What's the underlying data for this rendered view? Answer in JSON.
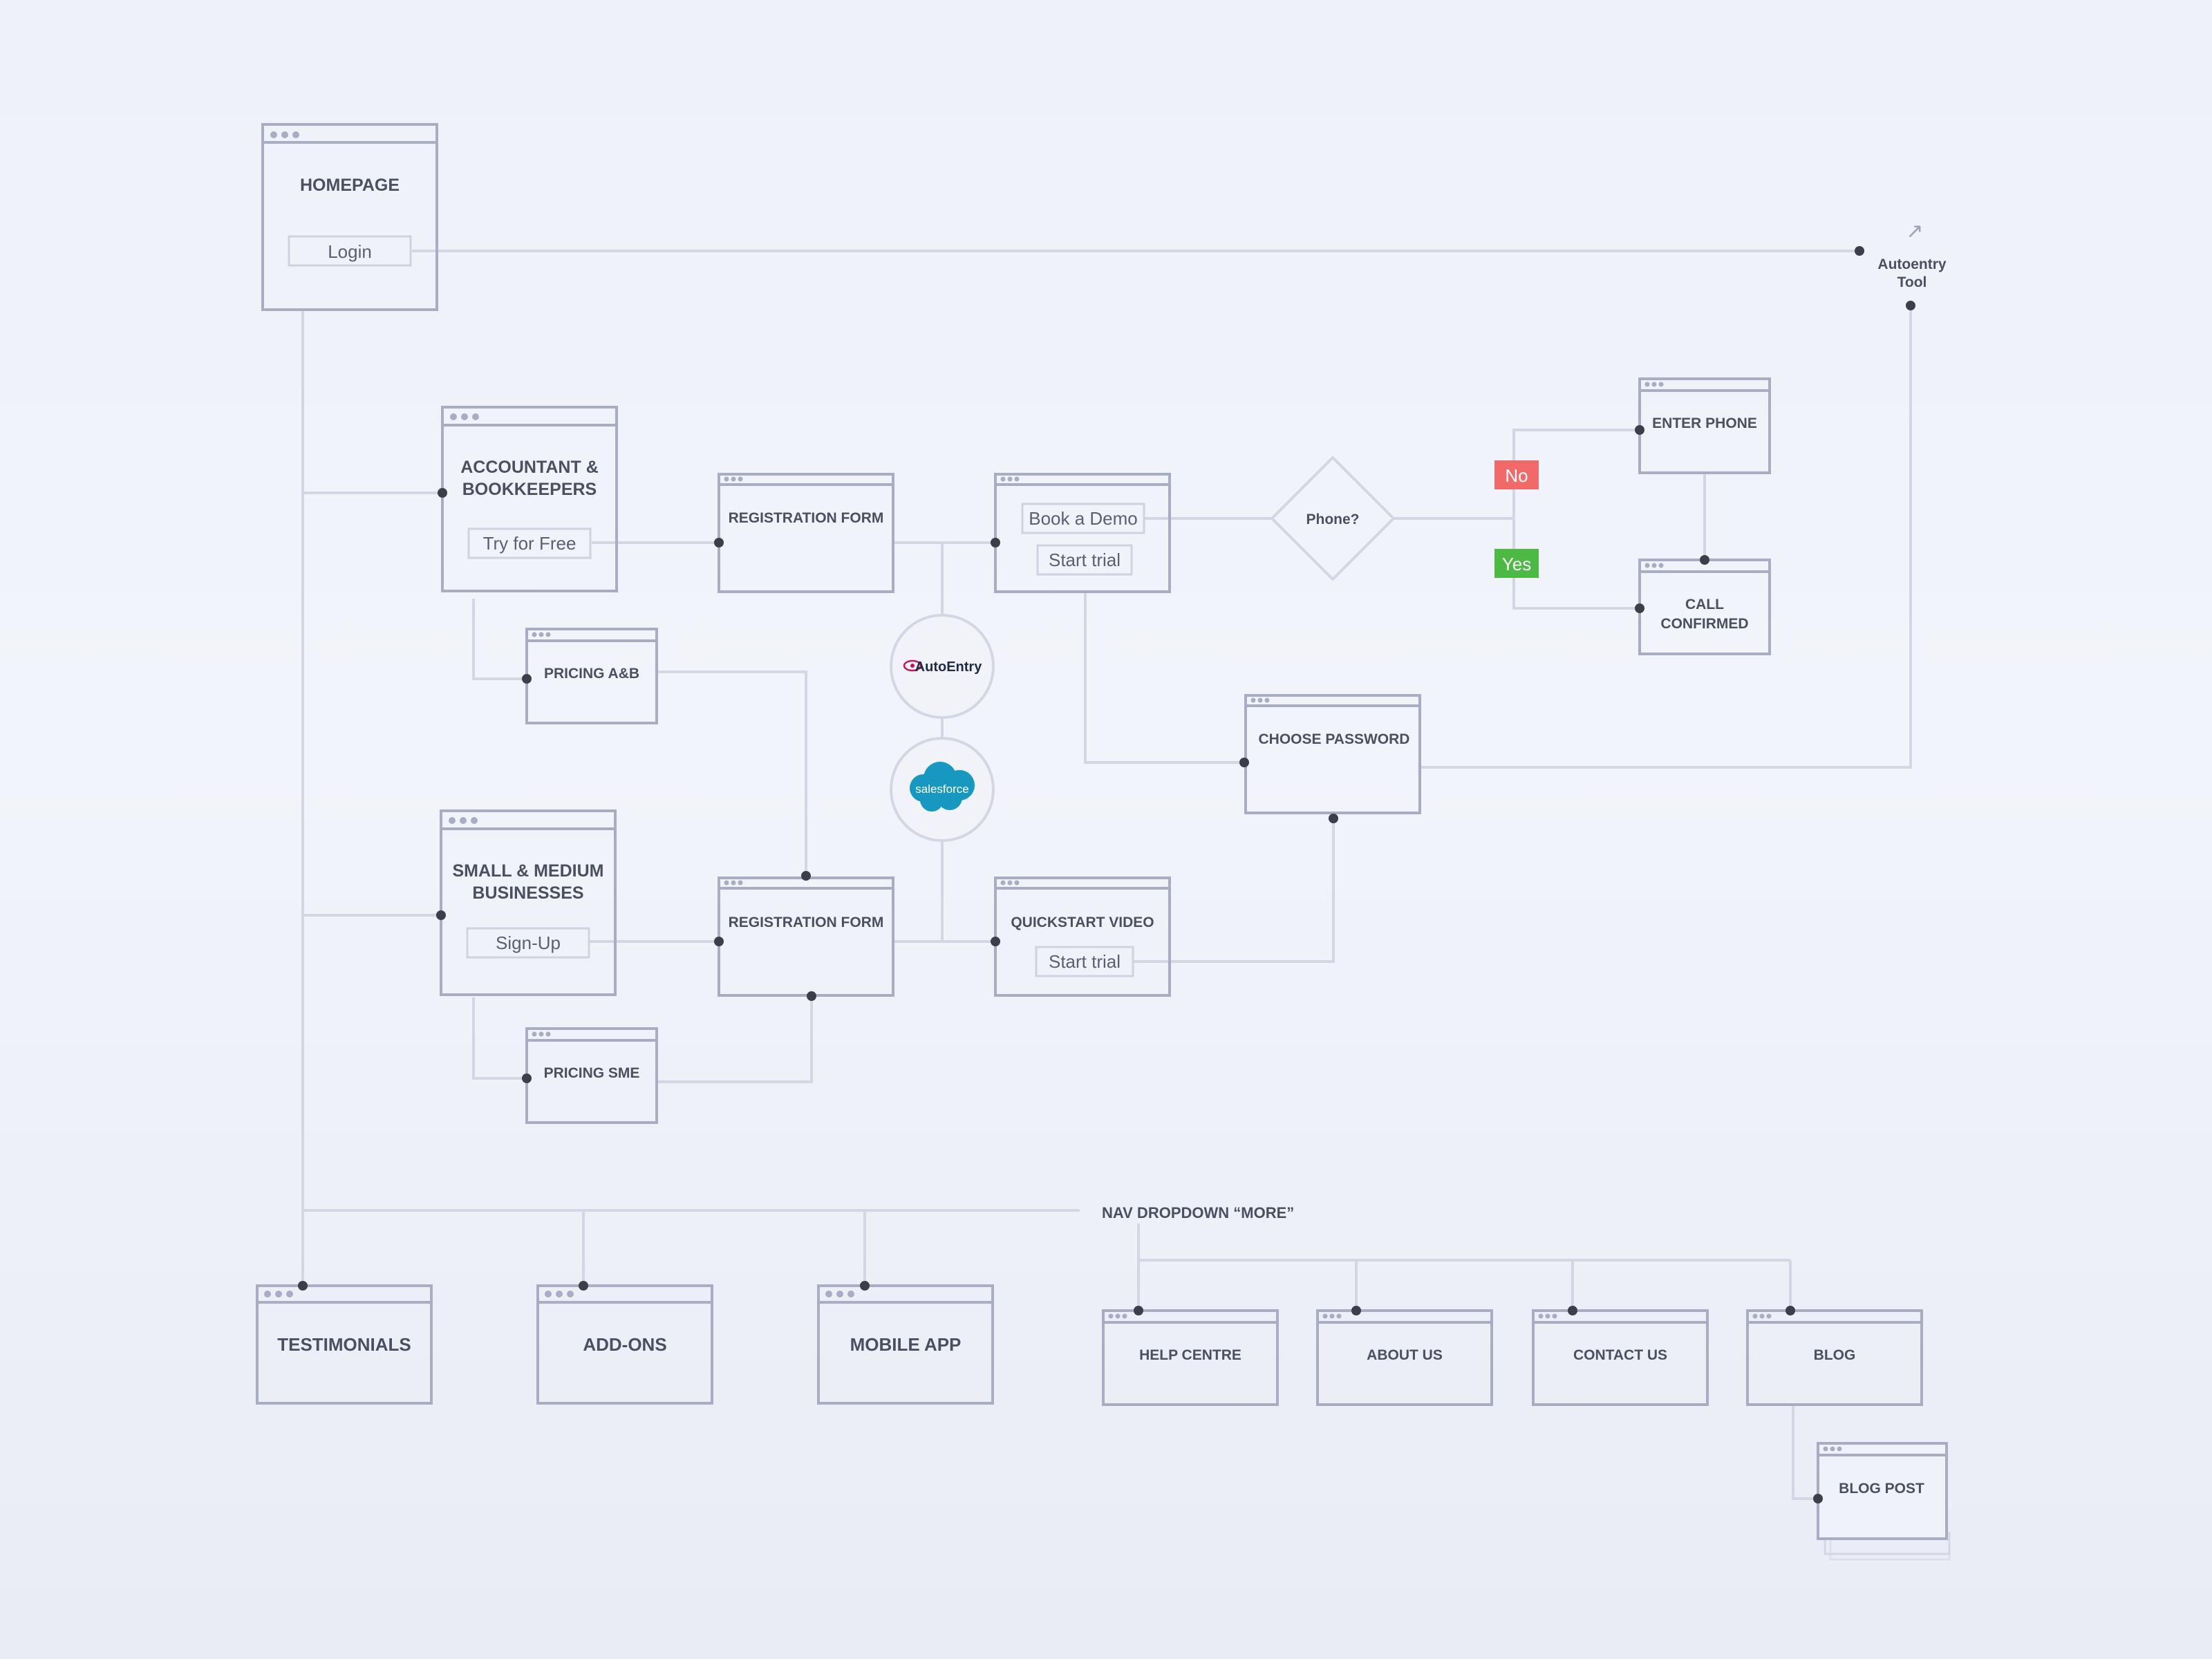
{
  "colors": {
    "frame": "#a9adc3",
    "line": "#d3d6e3",
    "dot": "#3b3f4c",
    "text": "#4a5061",
    "no": "#f06a6a",
    "yes": "#4cb944",
    "salesforce": "#1798c1"
  },
  "pages": {
    "homepage": "HOMEPAGE",
    "accountant": [
      "ACCOUNTANT &",
      "BOOKKEEPERS"
    ],
    "pricing_ab": "PRICING A&B",
    "registration_form_top": "REGISTRATION FORM",
    "registration_form_bottom": "REGISTRATION FORM",
    "small_medium": [
      "SMALL & MEDIUM",
      "BUSINESSES"
    ],
    "pricing_sme": "PRICING SME",
    "quickstart_video": "QUICKSTART VIDEO",
    "choose_password": "CHOOSE PASSWORD",
    "enter_phone": "ENTER PHONE",
    "call_confirmed": [
      "CALL",
      "CONFIRMED"
    ],
    "testimonials": "TESTIMONIALS",
    "add_ons": "ADD-ONS",
    "mobile_app": "MOBILE APP",
    "help_centre": "HELP CENTRE",
    "about_us": "ABOUT US",
    "contact_us": "CONTACT US",
    "blog": "BLOG",
    "blog_post": "BLOG POST"
  },
  "buttons": {
    "login": "Login",
    "try_for_free": "Try for Free",
    "sign_up": "Sign-Up",
    "book_a_demo": "Book a Demo",
    "start_trial_top": "Start trial",
    "start_trial_bottom": "Start trial"
  },
  "decision": {
    "label": "Phone?",
    "no": "No",
    "yes": "Yes"
  },
  "external": {
    "autoentry_tool": [
      "Autoentry",
      "Tool"
    ],
    "arrow": "↗"
  },
  "logos": {
    "autoentry": "AutoEntry",
    "salesforce": "salesforce"
  },
  "nav_dropdown": "NAV DROPDOWN “MORE”"
}
